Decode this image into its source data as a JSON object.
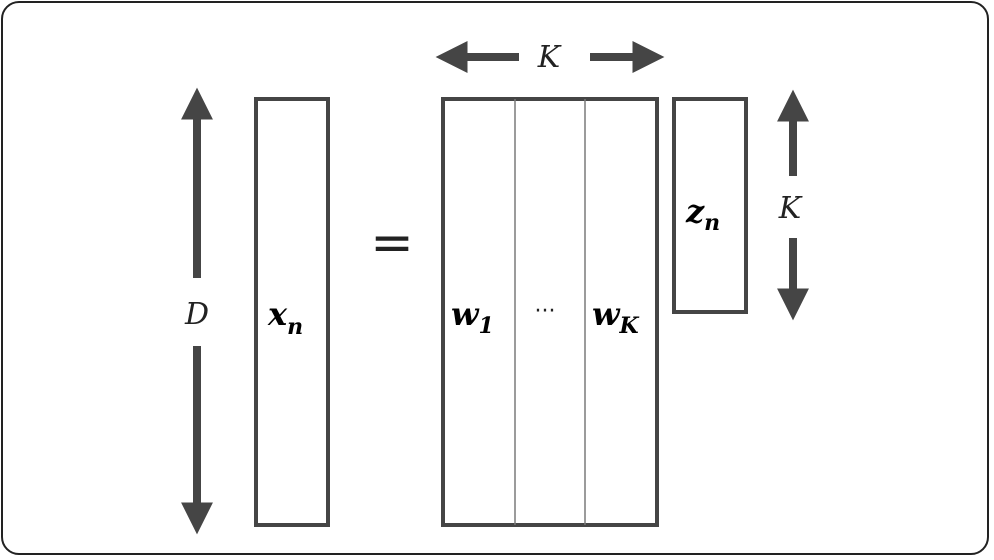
{
  "diagram": {
    "colors": {
      "stroke": "#454545",
      "divider": "#7a7a7a",
      "text": "#000000",
      "background": "#ffffff"
    },
    "x_vector": {
      "symbol": "x",
      "subscript": "n"
    },
    "equals": "=",
    "w_matrix": {
      "first_column": {
        "symbol": "w",
        "subscript": "1"
      },
      "ellipsis": "···",
      "last_column": {
        "symbol": "w",
        "subscript": "K"
      }
    },
    "z_vector": {
      "symbol": "z",
      "subscript": "n"
    },
    "dimensions": {
      "height_label": "D",
      "width_label": "K",
      "z_height_label": "K"
    }
  }
}
